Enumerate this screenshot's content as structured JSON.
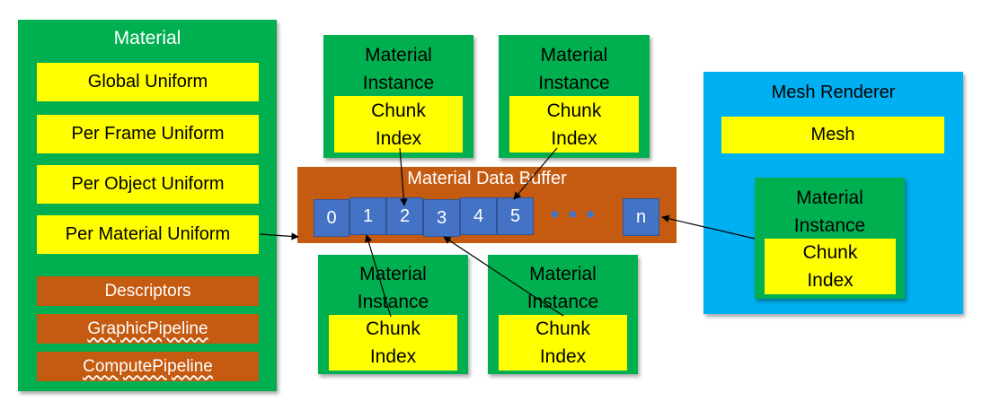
{
  "material": {
    "title": "Material",
    "uniforms": [
      "Global Uniform",
      "Per Frame Uniform",
      "Per Object Uniform",
      "Per Material Uniform"
    ],
    "descriptors": "Descriptors",
    "graphic_pipeline": "GraphicPipeline",
    "compute_pipeline": "ComputePipeline"
  },
  "instance": {
    "title_line1": "Material",
    "title_line2": "Instance",
    "chunk_line1": "Chunk",
    "chunk_line2": "Index"
  },
  "buffer": {
    "title": "Material Data Buffer",
    "cells": [
      "0",
      "1",
      "2",
      "3",
      "4",
      "5"
    ],
    "ellipsis": "● ● ●",
    "last": "n"
  },
  "mesh_renderer": {
    "title": "Mesh Renderer",
    "mesh": "Mesh"
  },
  "colors": {
    "green": "#00b050",
    "yellow": "#ffff00",
    "orange": "#c55a11",
    "blue": "#00b0f0",
    "cell_blue": "#4472c4"
  }
}
